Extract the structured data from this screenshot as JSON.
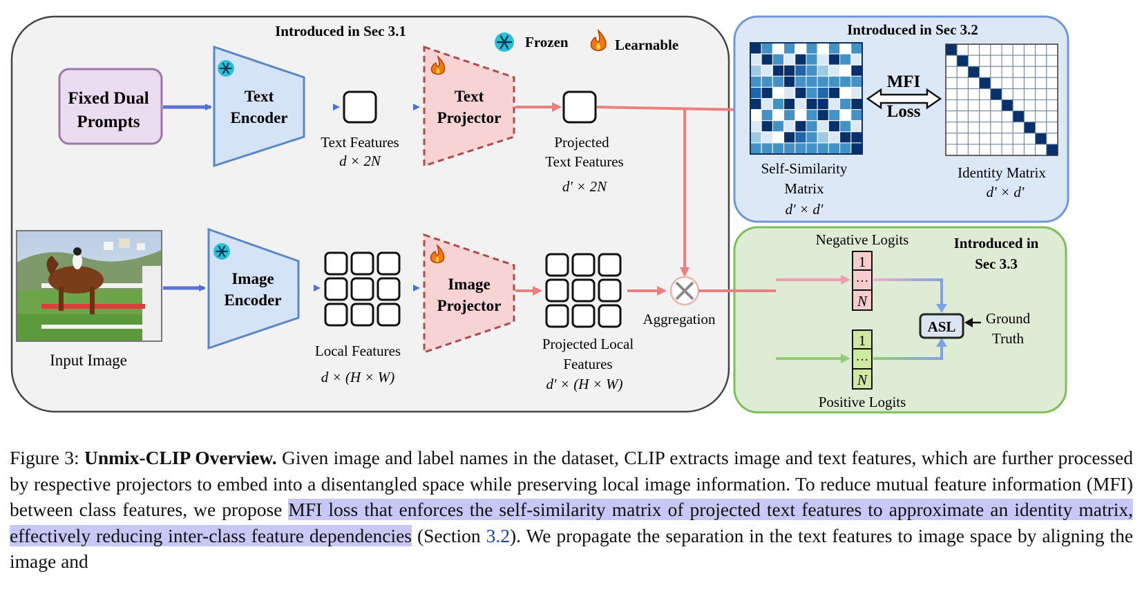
{
  "panel_main": {
    "title": "Introduced in Sec 3.1"
  },
  "panel_sec32": {
    "title": "Introduced in Sec 3.2"
  },
  "panel_sec33": {
    "title_line1": "Introduced in",
    "title_line2": "Sec 3.3"
  },
  "legend": {
    "frozen": "Frozen",
    "learnable": "Learnable"
  },
  "prompts": {
    "line1": "Fixed Dual",
    "line2": "Prompts"
  },
  "text_encoder": {
    "line1": "Text",
    "line2": "Encoder"
  },
  "image_encoder": {
    "line1": "Image",
    "line2": "Encoder"
  },
  "text_projector": {
    "line1": "Text",
    "line2": "Projector"
  },
  "image_projector": {
    "line1": "Image",
    "line2": "Projector"
  },
  "text_features": {
    "label": "Text Features",
    "dim": "d × 2N"
  },
  "projected_text": {
    "line1": "Projected",
    "line2": "Text Features",
    "dim": "d′ × 2N"
  },
  "local_features": {
    "label": "Local Features",
    "dim": "d × (H × W)"
  },
  "projected_local": {
    "line1": "Projected Local",
    "line2": "Features",
    "dim": "d′ × (H × W)"
  },
  "input_image": {
    "label": "Input Image"
  },
  "aggregation": {
    "label": "Aggregation"
  },
  "self_similarity": {
    "line1": "Self-Similarity",
    "line2": "Matrix",
    "dim": "d′ × d′"
  },
  "identity_matrix": {
    "label": "Identity Matrix",
    "dim": "d′ × d′"
  },
  "mfi": {
    "line1": "MFI",
    "line2": "Loss"
  },
  "negative_logits": {
    "label": "Negative Logits",
    "first": "1",
    "dots": "…",
    "last": "N"
  },
  "positive_logits": {
    "label": "Positive Logits",
    "first": "1",
    "dots": "…",
    "last": "N"
  },
  "asl": {
    "label": "ASL"
  },
  "ground_truth": {
    "line1": "Ground",
    "line2": "Truth"
  },
  "caption": {
    "fig": "Figure 3:",
    "title": "Unmix-CLIP Overview.",
    "part1": "Given image and label names in the dataset, CLIP extracts image and text features, which are further processed by respective projectors to embed into a disentangled space while preserving local image information. To reduce mutual feature information (MFI) between class features, we propose",
    "highlight": "MFI loss that enforces the self-similarity matrix of projected text features to approximate an identity matrix, effectively reducing inter-class feature dependencies",
    "part2a": "(Section",
    "ref": "3.2",
    "part2b": "). We propagate the separation in the text features to image space by aligning the image and"
  },
  "colors": {
    "frozen_fill": "#d4e4f6",
    "frozen_stroke": "#5b86c4",
    "learnable_fill": "#f7d3d3",
    "learnable_stroke": "#b04a4a",
    "prompt_fill": "#ecdcef",
    "prompt_stroke": "#9c76a8",
    "sec32_fill": "#dde8f7",
    "sec33_fill": "#deecd6",
    "matrix_dark": "#08306b",
    "highlight": "#c8c8f7"
  }
}
